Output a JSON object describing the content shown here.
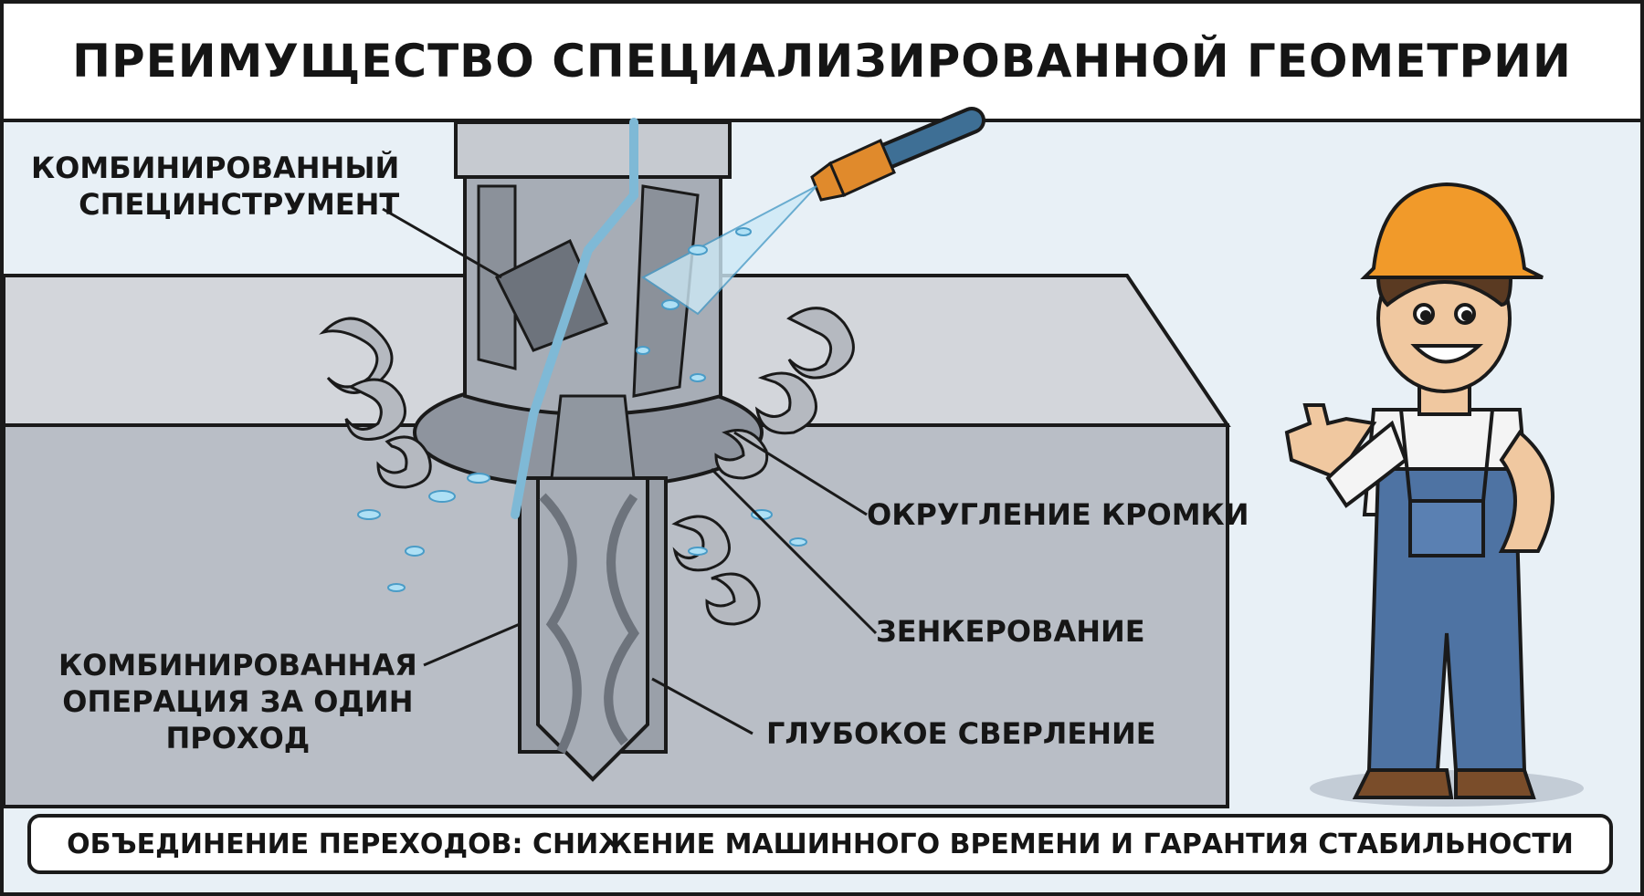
{
  "title": "ПРЕИМУЩЕСТВО СПЕЦИАЛИЗИРОВАННОЙ ГЕОМЕТРИИ",
  "labels": {
    "tool": [
      "КОМБИНИРОВАННЫЙ",
      "СПЕЦИНСТРУМЕНТ"
    ],
    "edge_rounding": "ОКРУГЛЕНИЕ КРОМКИ",
    "countersinking": "ЗЕНКЕРОВАНИЕ",
    "combined_operation": [
      "КОМБИНИРОВАННАЯ",
      "ОПЕРАЦИЯ ЗА ОДИН",
      "ПРОХОД"
    ],
    "deep_drilling": "ГЛУБОКОЕ СВЕРЛЕНИЕ"
  },
  "footer": "ОБЪЕДИНЕНИЕ ПЕРЕХОДОВ: СНИЖЕНИЕ МАШИННОГО ВРЕМЕНИ И ГАРАНТИЯ СТАБИЛЬНОСТИ",
  "colors": {
    "background": "#e8f0f6",
    "workpiece_top": "#d3d6db",
    "workpiece_front": "#b9bec6",
    "tool_steel": "#a7adb6",
    "coolant": "#8fd0ee",
    "hose": "#3e6f95",
    "nozzle": "#e08a2c",
    "helmet": "#f19a2a",
    "overalls": "#4e73a3",
    "boots": "#7a4d2a"
  },
  "icons": [
    "drill-tool-icon",
    "metal-chip-icon",
    "coolant-nozzle-icon",
    "worker-icon"
  ]
}
